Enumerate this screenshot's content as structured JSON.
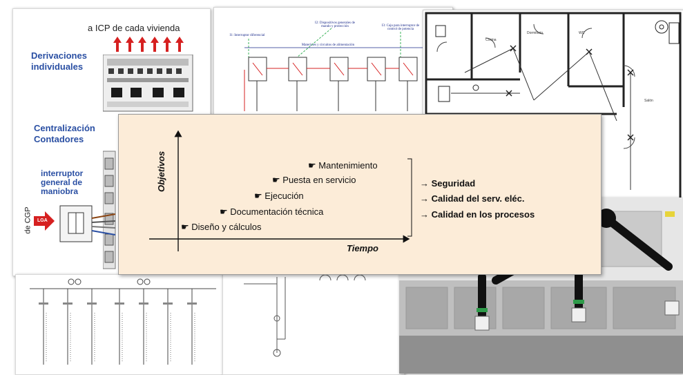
{
  "left_panel": {
    "top_label": "a ICP de cada vivienda",
    "derivaciones": [
      "Derivaciones",
      "individuales"
    ],
    "centralizacion": [
      "Centralización",
      "Contadores"
    ],
    "interruptor": [
      "interruptor",
      "general de",
      "maniobra"
    ],
    "cgp_label": "de CGP",
    "lga_label": "LGA"
  },
  "schematic": {
    "headers": [
      "I1: Interruptor diferencial",
      "I2: Dispositivos generales de mando y protección",
      "I3: Caja para interruptor de control de potencia"
    ],
    "caption": "Materiales y circuitos de alimentación"
  },
  "plan": {
    "rooms": [
      "Cocina",
      "Dormitorio",
      "WC",
      "Salón"
    ]
  },
  "diagram": {
    "y_axis_label": "Objetivos",
    "x_axis_label": "Tiempo",
    "bullet": "☛",
    "phases": [
      "Diseño y cálculos",
      "Documentación técnica",
      "Ejecución",
      "Puesta en servicio",
      "Mantenimiento"
    ],
    "arrow": "→",
    "outcomes": [
      "Seguridad",
      "Calidad del serv. eléc.",
      "Calidad en los procesos"
    ]
  },
  "colors": {
    "overlay_bg": "#fcecd8",
    "label_blue": "#2a4fa3",
    "arrow_red": "#d62020"
  }
}
